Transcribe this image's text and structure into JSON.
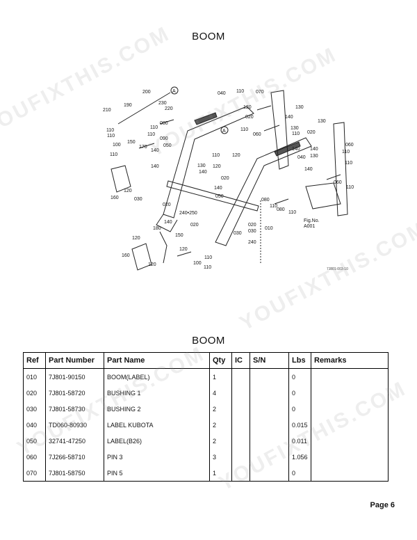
{
  "page_title": "BOOM",
  "table_title": "BOOM",
  "diagram": {
    "code": "7J801-003-10",
    "fig_label": "Fig.No.",
    "fig_no": "A001",
    "callouts": [
      "200",
      "190",
      "210",
      "230",
      "220",
      "040",
      "110",
      "070",
      "130",
      "120",
      "130",
      "140",
      "020",
      "110",
      "060",
      "080",
      "090",
      "150",
      "170",
      "100",
      "140",
      "050",
      "160",
      "030",
      "240•250",
      "020",
      "010",
      "030",
      "240",
      "180",
      "140",
      "150",
      "120",
      "160",
      "100",
      "110",
      "110",
      "120",
      "040",
      "130",
      "060",
      "110",
      "110",
      "080",
      "110",
      "140",
      "140"
    ]
  },
  "table": {
    "headers": [
      "Ref",
      "Part Number",
      "Part Name",
      "Qty",
      "IC",
      "S/N",
      "Lbs",
      "Remarks"
    ],
    "rows": [
      {
        "ref": "010",
        "part_number": "7J801-90150",
        "part_name": "BOOM(LABEL)",
        "qty": "1",
        "ic": "",
        "sn": "",
        "lbs": "0",
        "remarks": ""
      },
      {
        "ref": "020",
        "part_number": "7J801-58720",
        "part_name": "BUSHING 1",
        "qty": "4",
        "ic": "",
        "sn": "",
        "lbs": "0",
        "remarks": ""
      },
      {
        "ref": "030",
        "part_number": "7J801-58730",
        "part_name": "BUSHING 2",
        "qty": "2",
        "ic": "",
        "sn": "",
        "lbs": "0",
        "remarks": ""
      },
      {
        "ref": "040",
        "part_number": "TD060-80930",
        "part_name": "LABEL KUBOTA",
        "qty": "2",
        "ic": "",
        "sn": "",
        "lbs": "0.015",
        "remarks": ""
      },
      {
        "ref": "050",
        "part_number": "32741-47250",
        "part_name": "LABEL(B26)",
        "qty": "2",
        "ic": "",
        "sn": "",
        "lbs": "0.011",
        "remarks": ""
      },
      {
        "ref": "060",
        "part_number": "7J266-58710",
        "part_name": "PIN 3",
        "qty": "3",
        "ic": "",
        "sn": "",
        "lbs": "1.056",
        "remarks": ""
      },
      {
        "ref": "070",
        "part_number": "7J801-58750",
        "part_name": "PIN 5",
        "qty": "1",
        "ic": "",
        "sn": "",
        "lbs": "0",
        "remarks": ""
      }
    ]
  },
  "page_number": "Page 6",
  "watermark": "YOUFIXTHIS.COM"
}
